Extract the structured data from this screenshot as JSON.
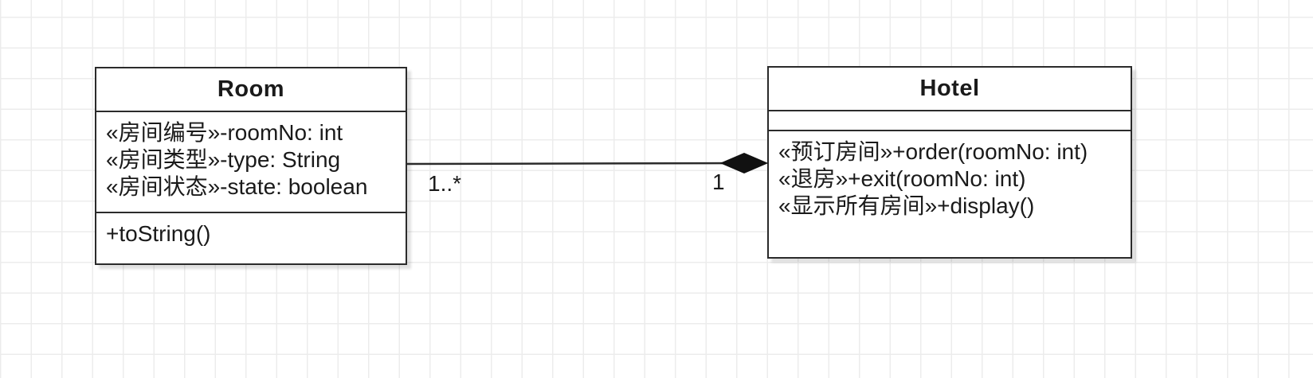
{
  "diagram": {
    "kind": "uml-class-diagram",
    "classes": [
      {
        "name": "Room",
        "attributes": [
          "«房间编号»-roomNo: int",
          "«房间类型»-type: String",
          "«房间状态»-state: boolean"
        ],
        "methods": [
          "+toString()"
        ]
      },
      {
        "name": "Hotel",
        "attributes": [],
        "methods": [
          "«预订房间»+order(roomNo: int)",
          "«退房»+exit(roomNo: int)",
          "«显示所有房间»+display()"
        ]
      }
    ],
    "edge": {
      "type": "composition",
      "source": "Room",
      "target": "Hotel",
      "source_multiplicity": "1..*",
      "target_multiplicity": "1"
    },
    "colors": {
      "canvas_background": "#ffffff",
      "grid_line": "#ececec",
      "shape_border": "#2b2b2b",
      "shape_fill": "#ffffff",
      "text": "#1a1a1a",
      "diamond_fill": "#111111"
    }
  }
}
